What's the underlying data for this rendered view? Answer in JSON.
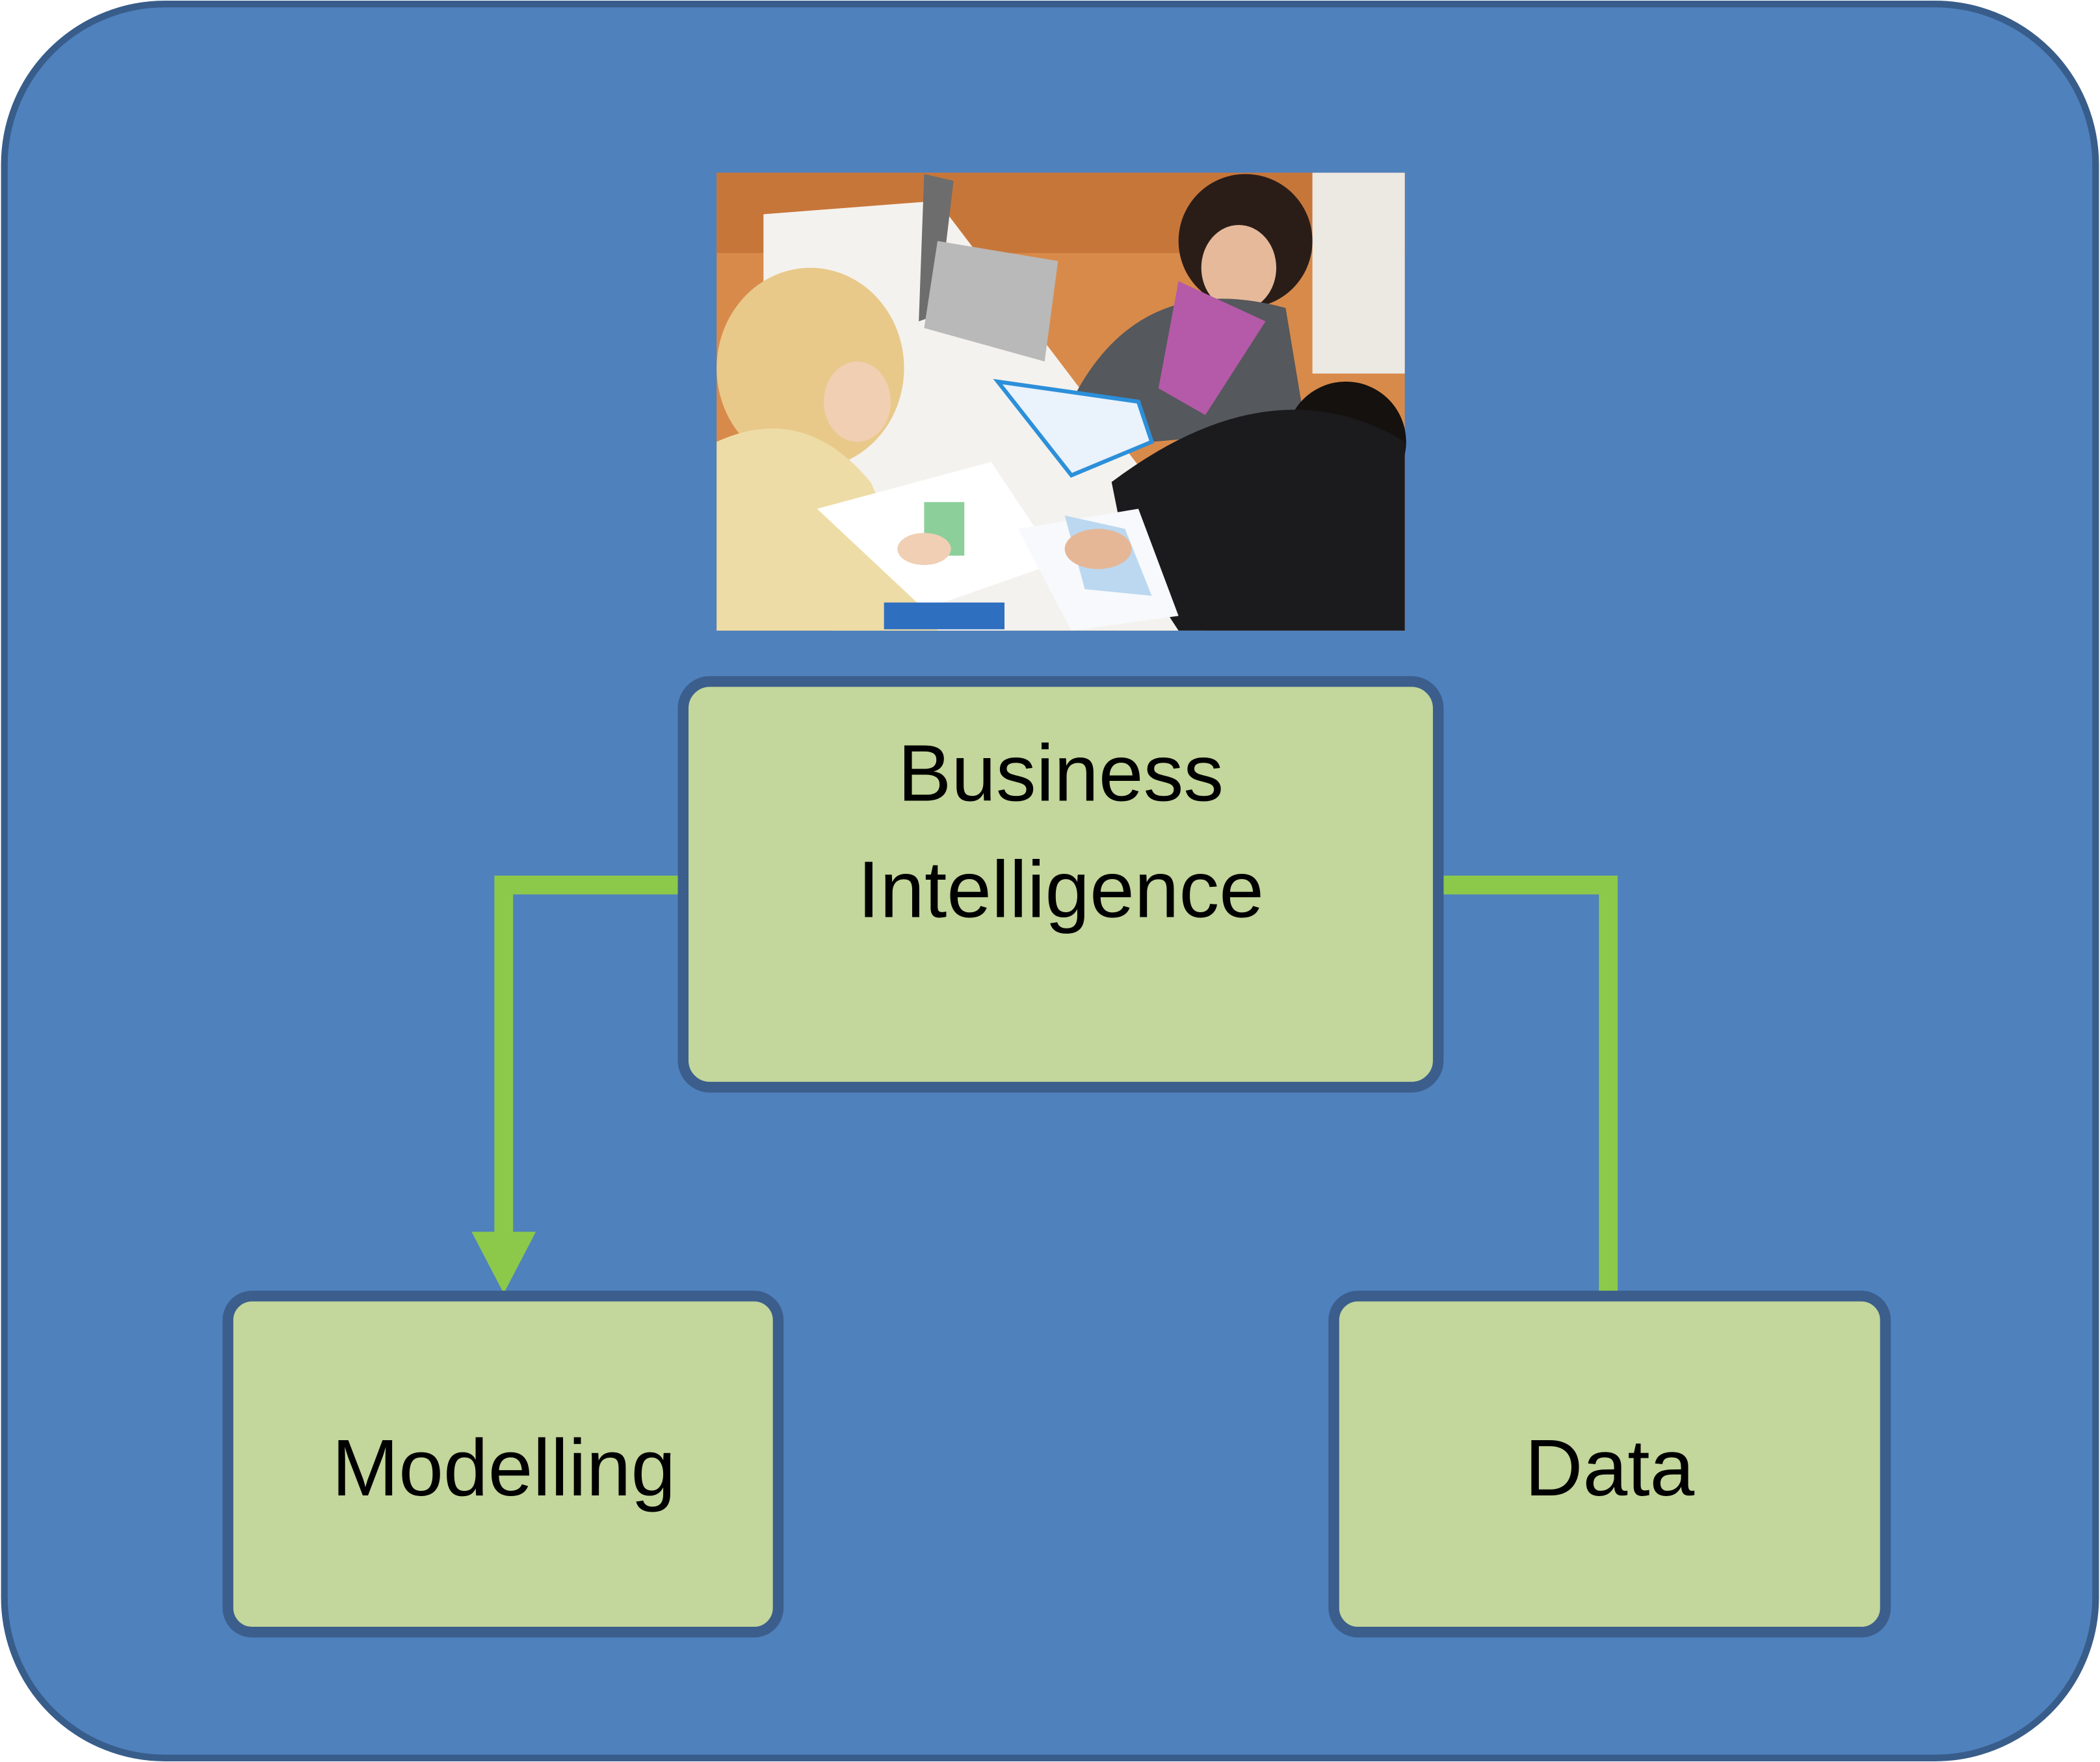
{
  "colors": {
    "background": "#4f81bd",
    "background_border": "#385d8a",
    "box_fill": "#c3d69b",
    "box_border": "#3b5e8c",
    "connector": "#8cc94a"
  },
  "photo": {
    "icon": "business-meeting-photo"
  },
  "nodes": {
    "top": {
      "line1": "Business",
      "line2": "Intelligence"
    },
    "left": {
      "label": "Modelling"
    },
    "right": {
      "label": "Data"
    }
  }
}
